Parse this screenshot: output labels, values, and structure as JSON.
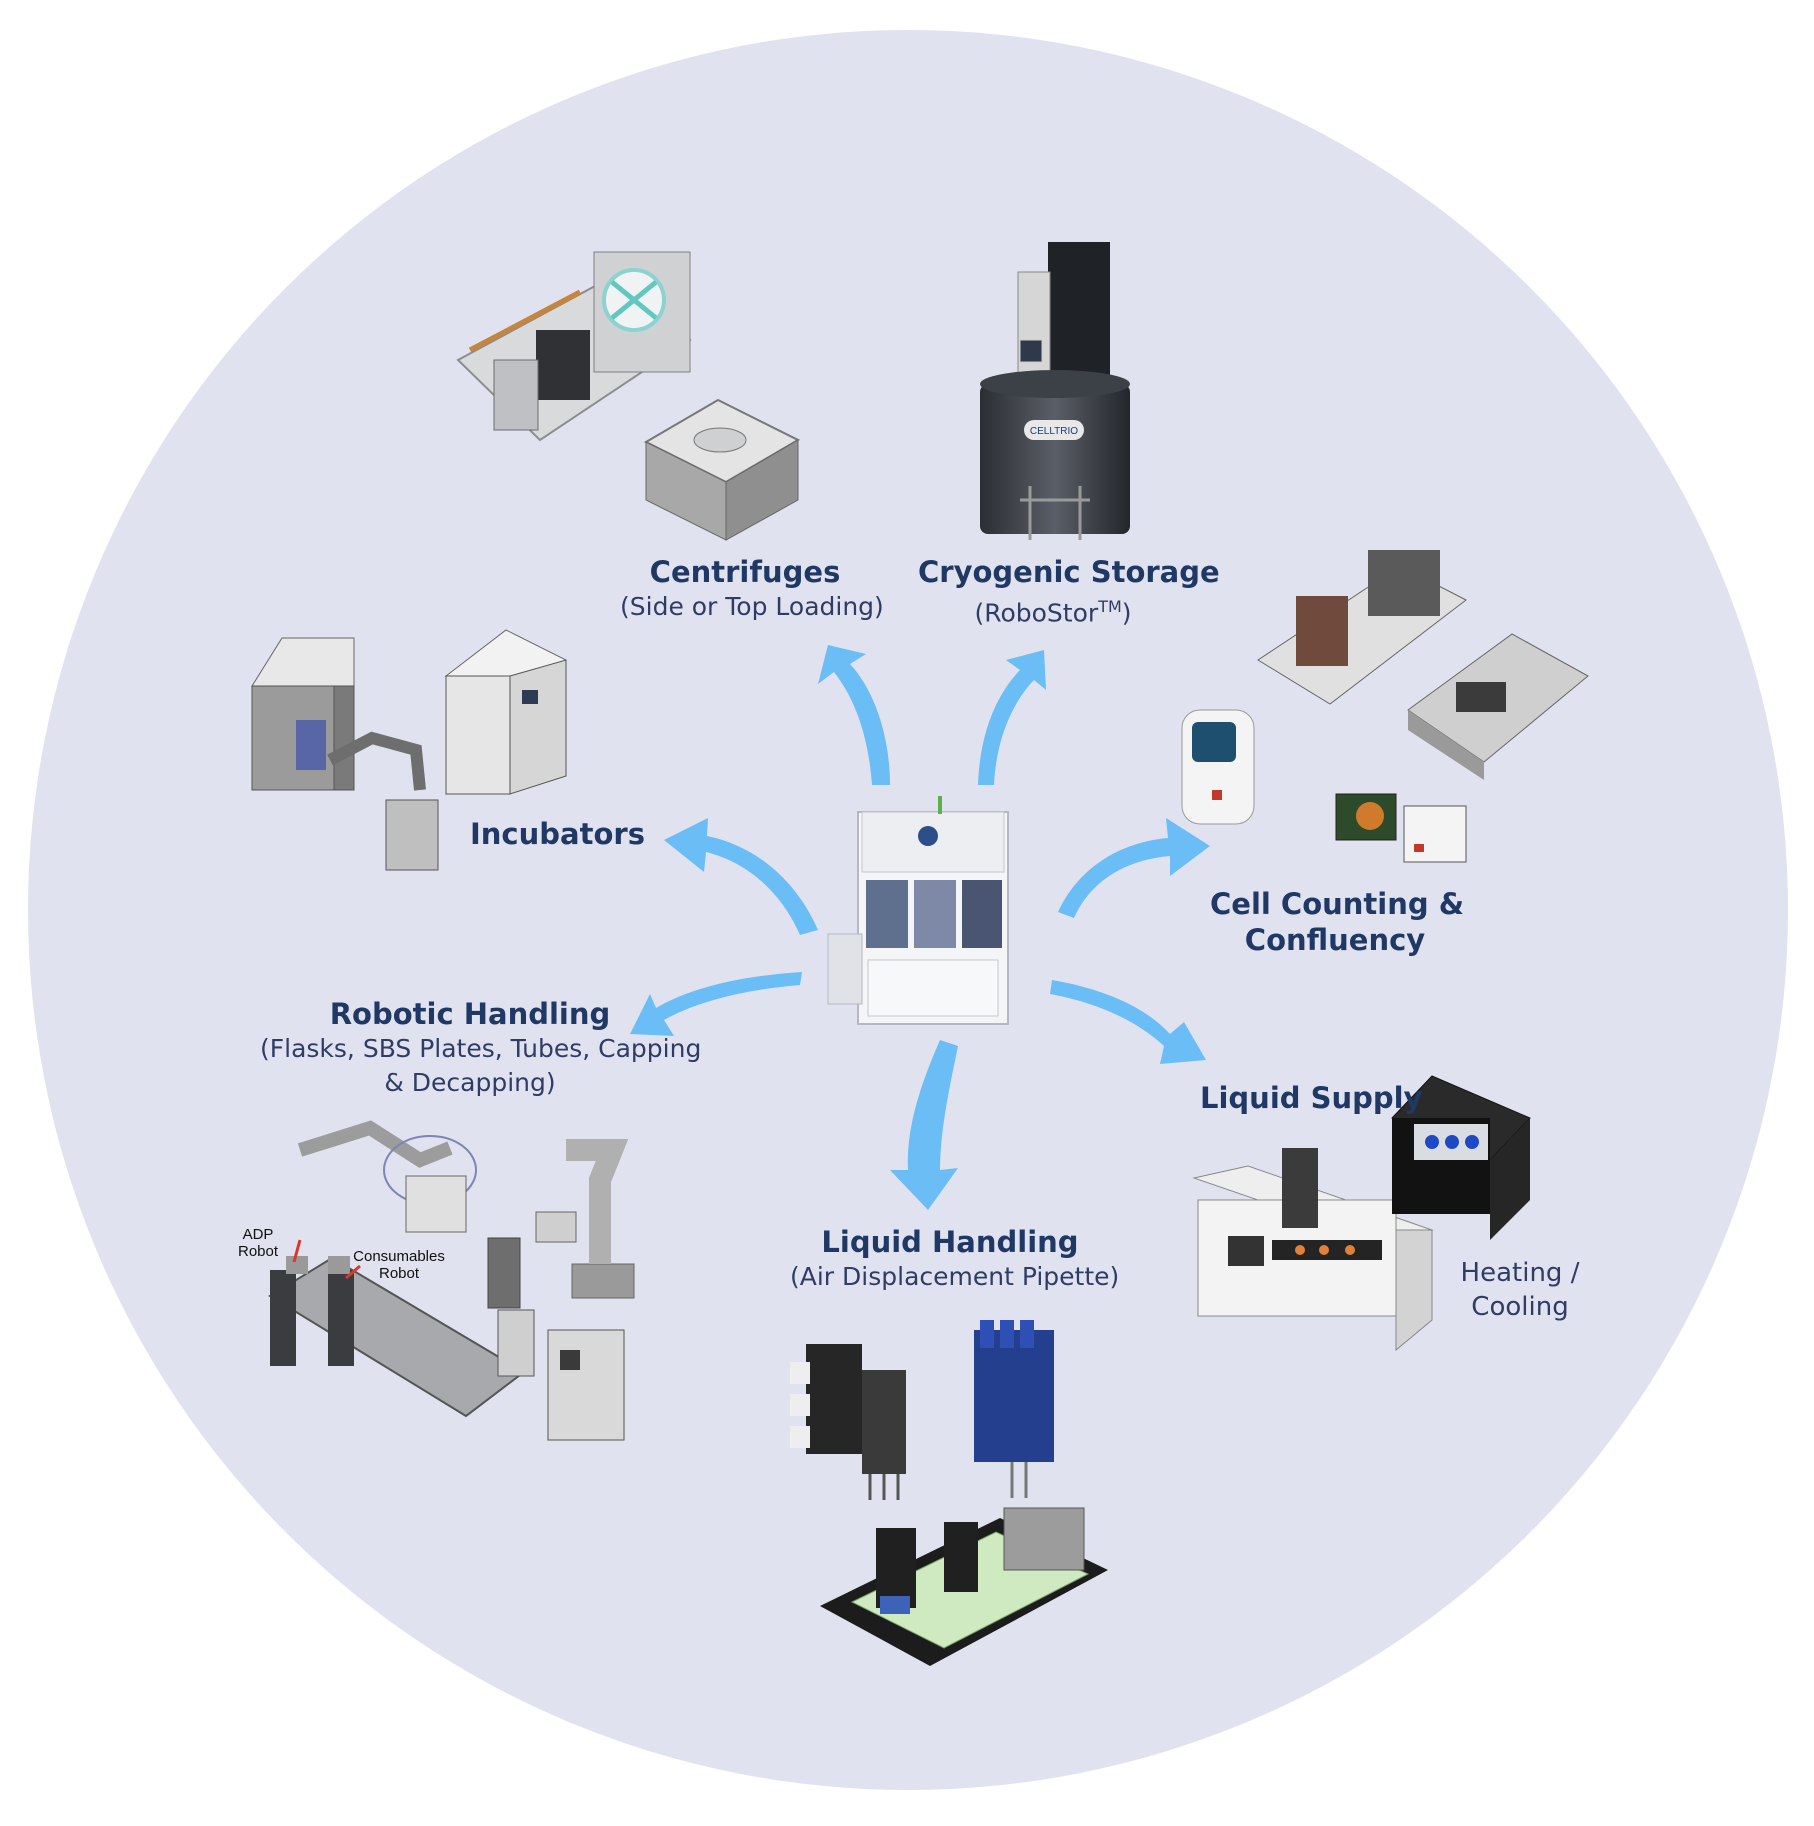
{
  "labels": {
    "centrifuges": {
      "title": "Centrifuges",
      "sub": "(Side or Top Loading)"
    },
    "cryogenic": {
      "title": "Cryogenic Storage",
      "sub": "(RoboStor",
      "tm": "TM",
      "sub_end": ")"
    },
    "incubators": {
      "title": "Incubators"
    },
    "cell_counting": {
      "line1": "Cell Counting &",
      "line2": "Confluency"
    },
    "robotic": {
      "title": "Robotic Handling",
      "sub1": "(Flasks, SBS Plates, Tubes, Capping",
      "sub2": "& Decapping)"
    },
    "liquid_handling": {
      "title": "Liquid Handling",
      "sub": "(Air Displacement Pipette)"
    },
    "liquid_supply": {
      "title": "Liquid Supply"
    },
    "heating": {
      "line1": "Heating /",
      "line2": "Cooling"
    }
  },
  "callouts": {
    "adp": {
      "line1": "ADP",
      "line2": "Robot"
    },
    "consumables": {
      "line1": "Consumables",
      "line2": "Robot"
    }
  },
  "badges": {
    "cryo_logo": "CELLTRIO"
  },
  "colors": {
    "background_circle": "#e1e2ef",
    "arrow": "#6bbdf5",
    "label": "#1f3864"
  }
}
